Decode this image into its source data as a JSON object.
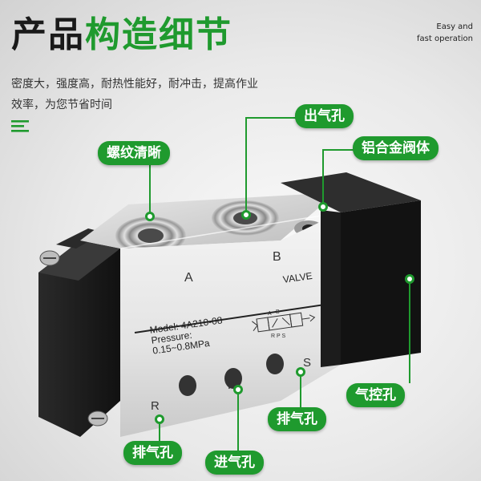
{
  "header": {
    "title_dark": "产品",
    "title_green": "构造细节",
    "corner_line1": "Easy and",
    "corner_line2": "fast operation",
    "desc_line1": "密度大，强度高，耐热性能好，耐冲击，提高作业",
    "desc_line2": "效率，为您节省时间"
  },
  "labels": {
    "thread": "螺纹清晰",
    "outlet": "出气孔",
    "body": "铝合金阀体",
    "pilot": "气控孔",
    "exhaust_right": "排气孔",
    "exhaust_left": "排气孔",
    "inlet": "进气孔"
  },
  "valve": {
    "port_a": "A",
    "port_b": "B",
    "brand": "VALVE",
    "model": "Model: 4A210-08",
    "pressure_label": "Pressure:",
    "pressure_value": "0.15~0.8MPa",
    "port_r": "R",
    "port_p": "P",
    "port_s": "S",
    "symbol_a": "A",
    "symbol_b": "B",
    "symbol_rps": "R P S"
  },
  "colors": {
    "accent_green": "#1f9a2e",
    "title_dark": "#1a1a1a"
  }
}
